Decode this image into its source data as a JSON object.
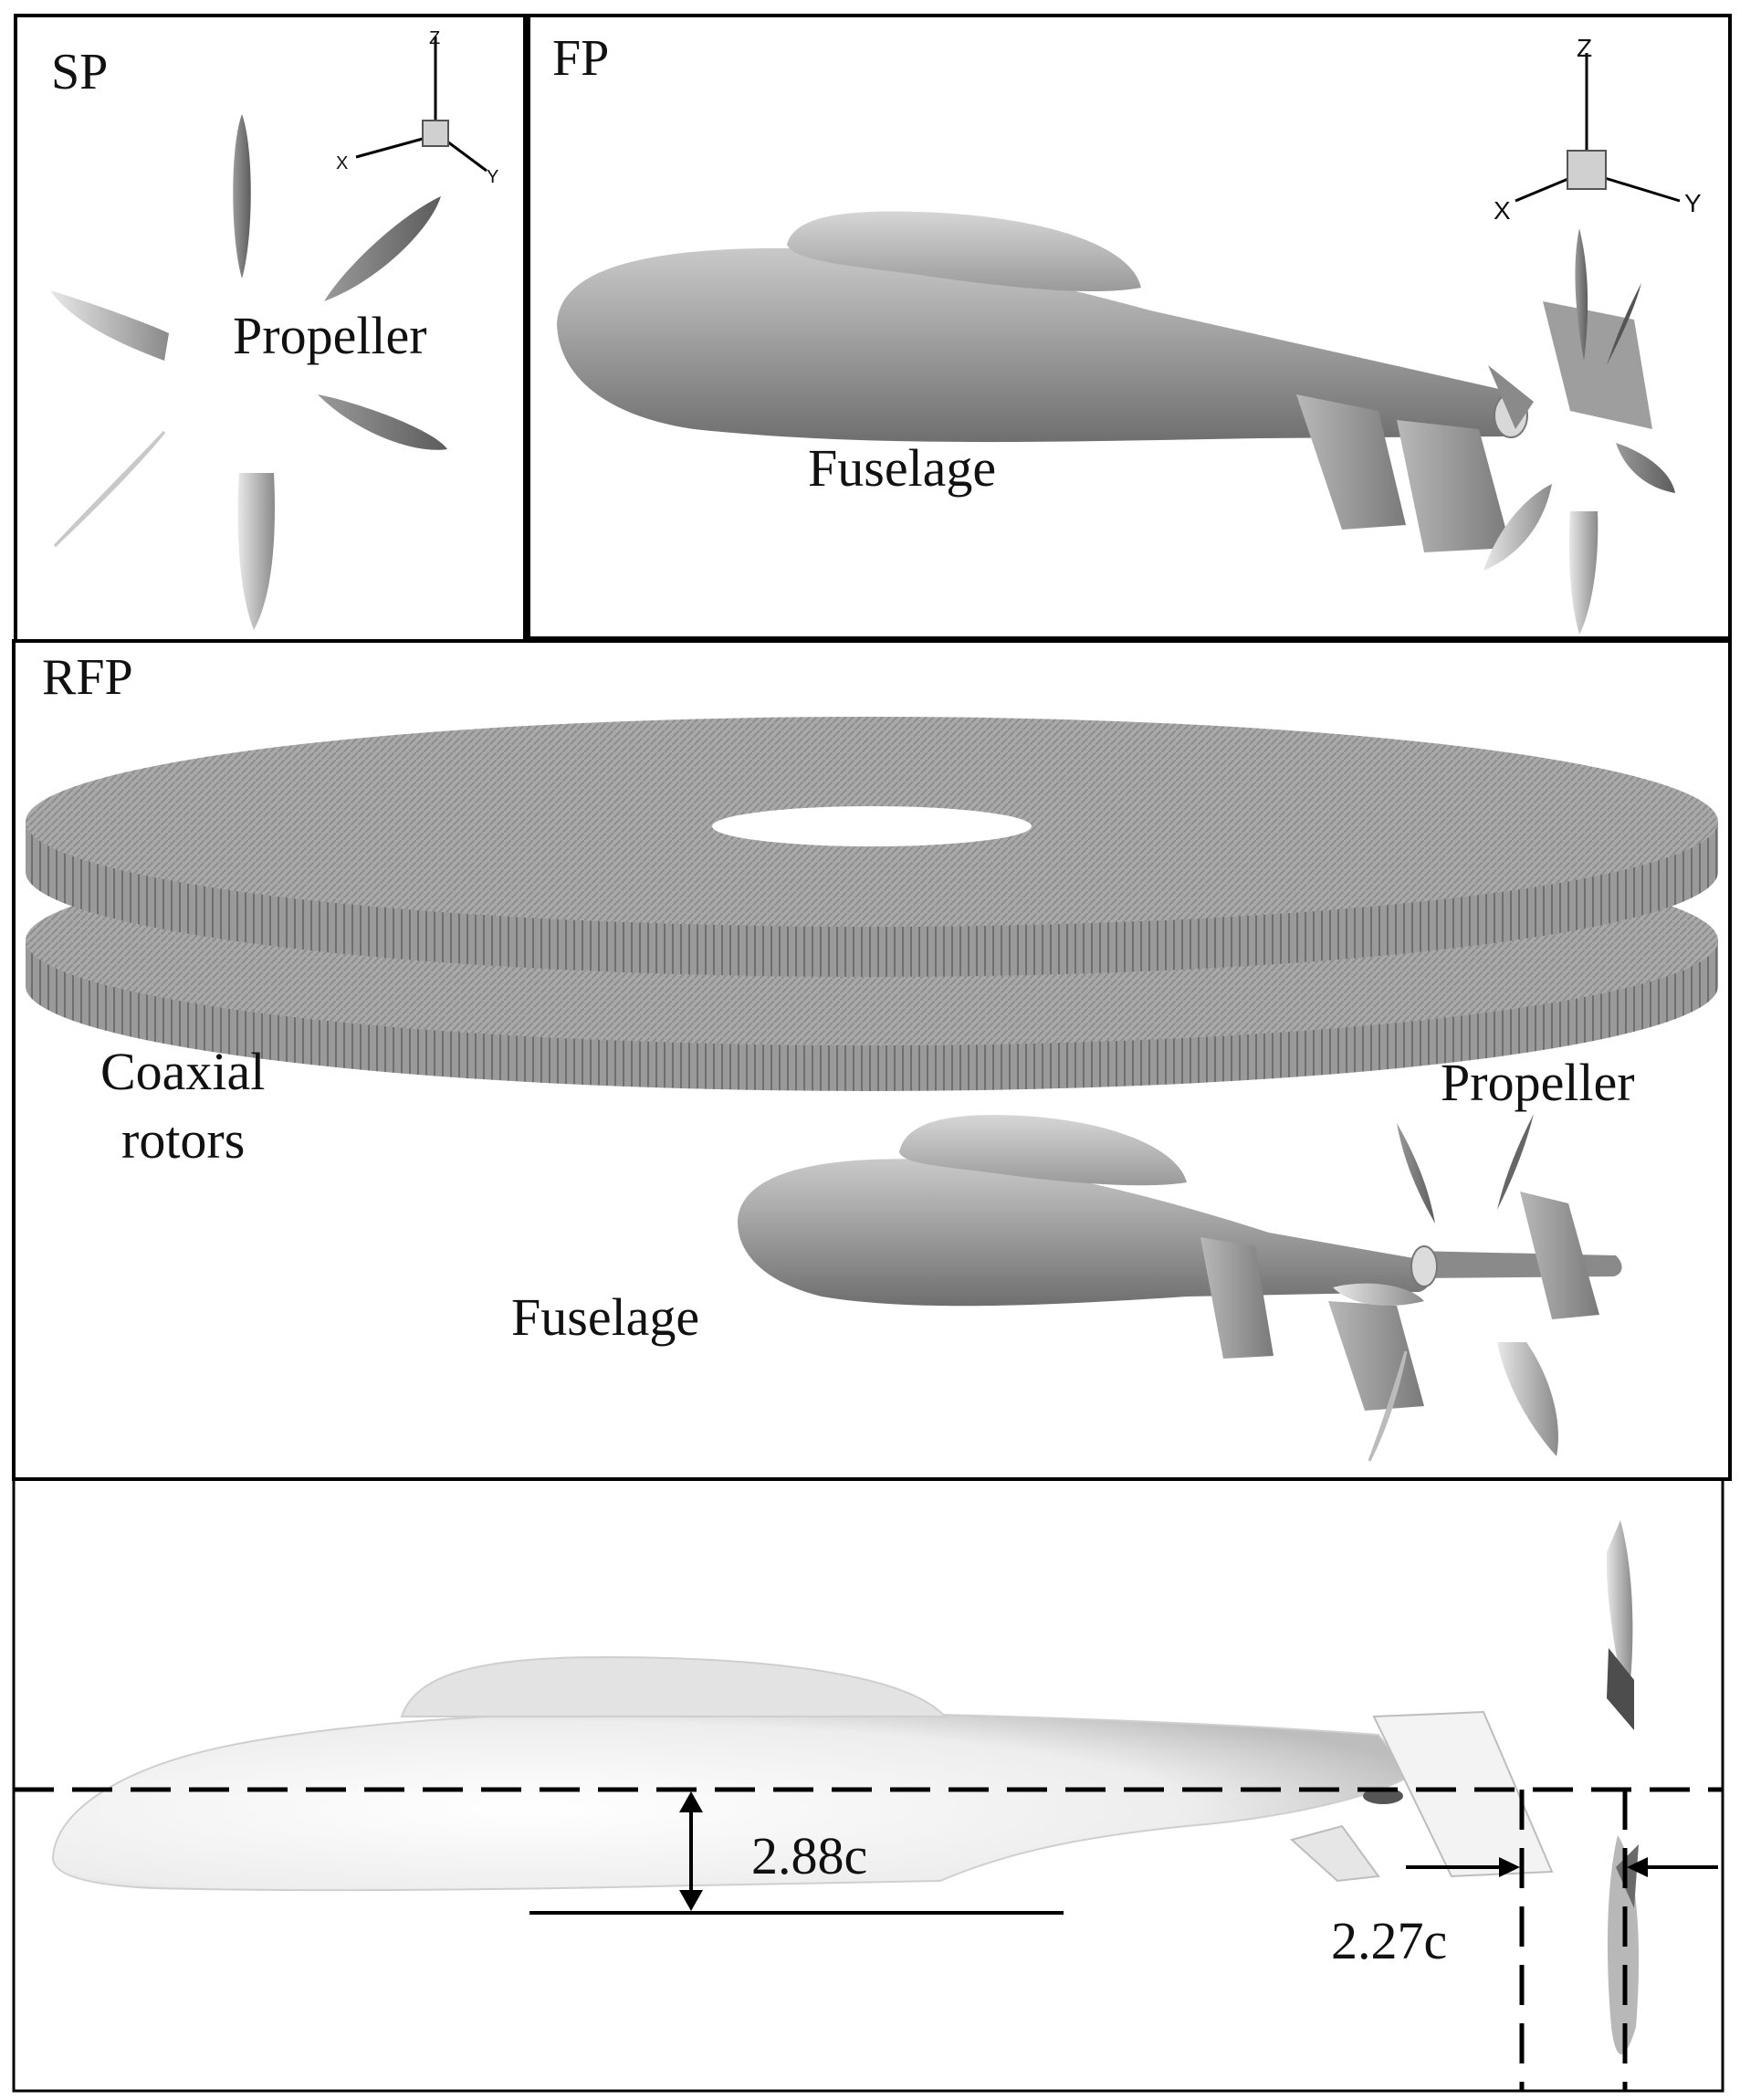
{
  "panels": {
    "sp": {
      "label": "SP",
      "propeller_label": "Propeller",
      "axes": {
        "z": "Z",
        "x": "X",
        "y": "Y"
      }
    },
    "fp": {
      "label": "FP",
      "fuselage_label": "Fuselage",
      "axes": {
        "z": "Z",
        "x": "X",
        "y": "Y"
      }
    },
    "rfp": {
      "label": "RFP",
      "coaxial_label_line1": "Coaxial",
      "coaxial_label_line2": "rotors",
      "propeller_label": "Propeller",
      "fuselage_label": "Fuselage"
    },
    "side": {
      "vertical_dim": "2.88c",
      "horizontal_dim": "2.27c"
    }
  }
}
